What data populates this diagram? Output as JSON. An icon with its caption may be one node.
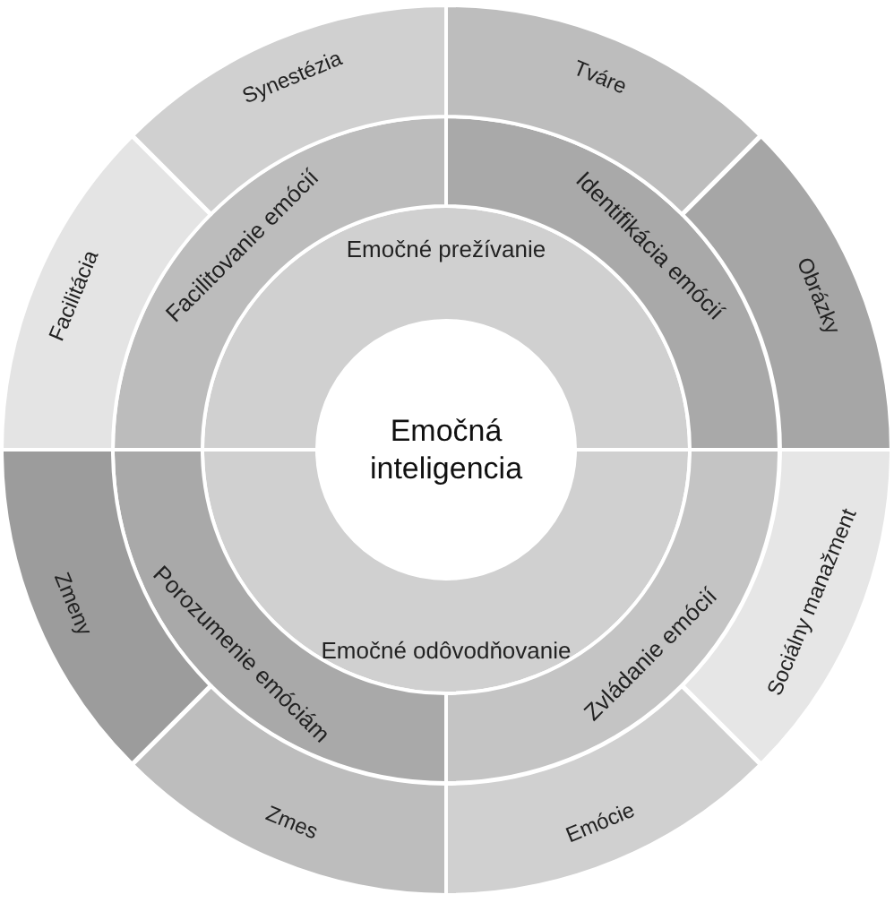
{
  "diagram": {
    "nodes": [
      {
        "text": [
          "Emočná inteligencia"
        ]
      },
      {
        "text": [
          "Emočné prežívanie"
        ]
      },
      {
        "text": [
          "Emočné odôvodňovanie"
        ]
      },
      {
        "text": [
          "Facilitovanie emócií"
        ]
      },
      {
        "text": [
          "Identifikácia emócií"
        ]
      },
      {
        "text": [
          "Porozumenie emóciám"
        ]
      },
      {
        "text": [
          "Zvládanie emócií"
        ]
      },
      {
        "text": [
          "Synestézia"
        ]
      },
      {
        "text": [
          "Tváre"
        ]
      },
      {
        "text": [
          "Facilitácia"
        ]
      },
      {
        "text": [
          "Obrázky"
        ]
      },
      {
        "text": [
          "Zmeny"
        ]
      },
      {
        "text": [
          "Sociálny manažment"
        ]
      },
      {
        "text": [
          "Zmes"
        ]
      },
      {
        "text": [
          "Emócie"
        ]
      }
    ]
  }
}
